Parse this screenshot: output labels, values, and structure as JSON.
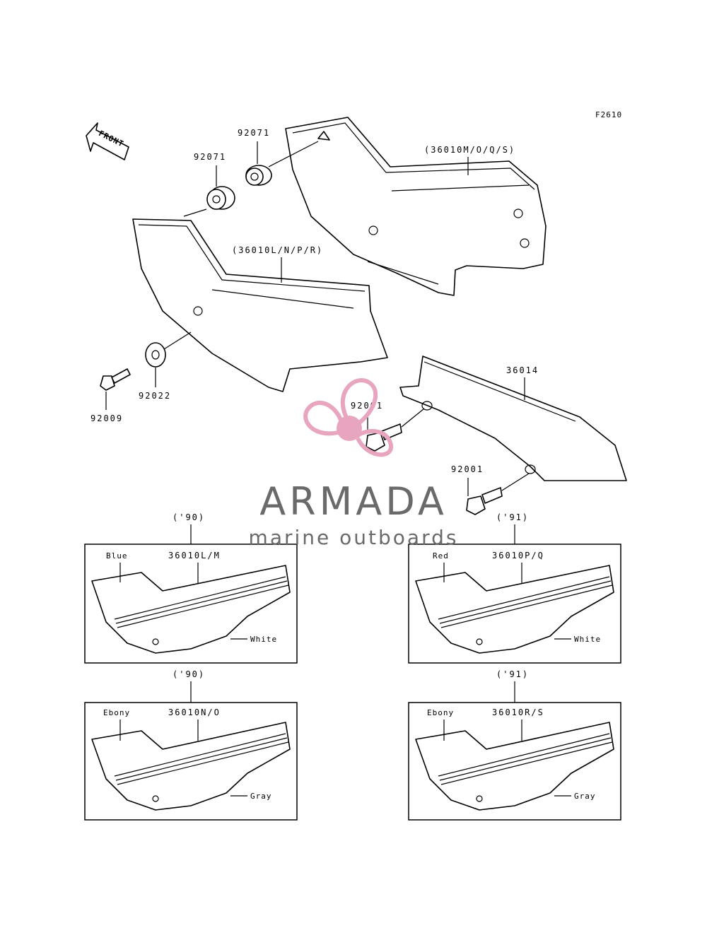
{
  "diagram_code": "F2610",
  "front_label": "FRONT",
  "parts": {
    "cover_right": "(36010M/O/Q/S)",
    "cover_left": "(36010L/N/P/R)",
    "grommet_top": "92071",
    "grommet_left": "92071",
    "washer": "92022",
    "bolt_left": "92009",
    "chain_cover": "36014",
    "bolt_mid": "92001",
    "bolt_right": "92001"
  },
  "variants": [
    {
      "year": "('90)",
      "part": "36010L/M",
      "color_main": "Blue",
      "color_stripe": "White"
    },
    {
      "year": "('91)",
      "part": "36010P/Q",
      "color_main": "Red",
      "color_stripe": "White"
    },
    {
      "year": "('90)",
      "part": "36010N/O",
      "color_main": "Ebony",
      "color_stripe": "Gray"
    },
    {
      "year": "('91)",
      "part": "36010R/S",
      "color_main": "Ebony",
      "color_stripe": "Gray"
    }
  ],
  "watermark": {
    "brand": "ARMADA",
    "tagline": "marine outboards",
    "color": "#e8a5bf"
  }
}
